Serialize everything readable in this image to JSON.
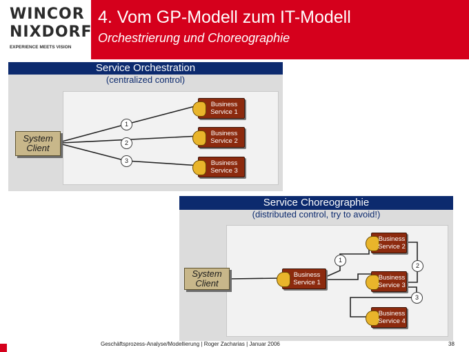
{
  "logo": {
    "line1": "WINCOR",
    "line2": "NIXDORF",
    "tagline": "EXPERIENCE MEETS VISION"
  },
  "slide": {
    "title": "4. Vom GP-Modell zum IT-Modell",
    "subtitle": "Orchestrierung und Choreographie"
  },
  "orchestration": {
    "header": "Service Orchestration",
    "subheader": "(centralized control)",
    "client": "System\nClient",
    "services": [
      "Business\nService 1",
      "Business\nService 2",
      "Business\nService 3"
    ],
    "steps": [
      "1",
      "2",
      "3"
    ]
  },
  "choreography": {
    "header": "Service Choreographie",
    "subheader": "(distributed control, try to avoid!)",
    "client": "System\nClient",
    "services": [
      "Business\nService 1",
      "Business\nService 2",
      "Business\nService 3",
      "Business\nService 4"
    ],
    "steps": [
      "1",
      "2",
      "3"
    ]
  },
  "footer": {
    "text": "Geschäftsprozess-Analyse/Modellierung | Roger Zacharias | Januar 2006",
    "page": "38"
  },
  "colors": {
    "brand_red": "#d5001c",
    "header_blue": "#0c2a6e",
    "service_brown": "#8c2a0e",
    "client_tan": "#c8b78a"
  }
}
